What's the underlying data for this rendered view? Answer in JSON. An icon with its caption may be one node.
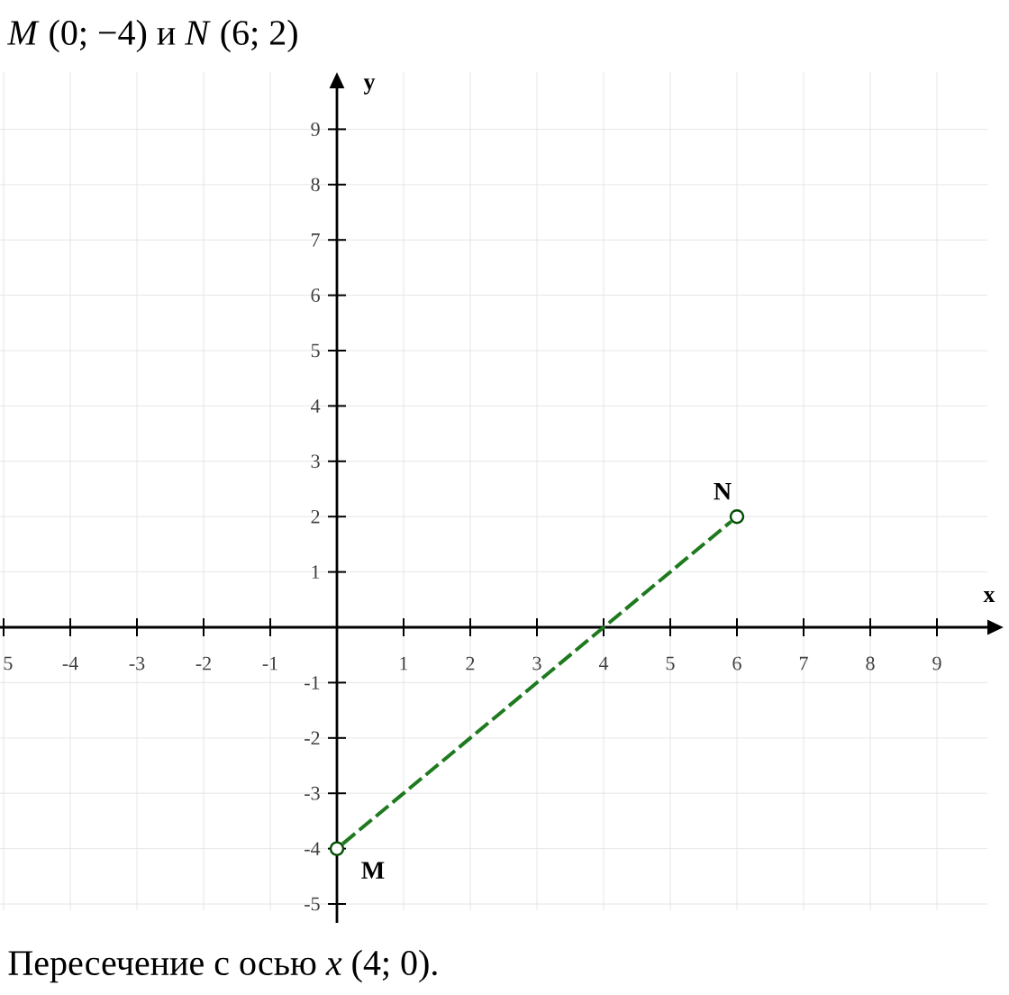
{
  "diagram": {
    "title": "*M* (0; −4) и *N* (6; 2)",
    "caption": "Пересечение с осью *x*  (4; 0).",
    "nodes": [
      {
        "text": [],
        "shape": "circle",
        "beside": [
          "M"
        ]
      },
      {
        "text": [],
        "shape": "circle",
        "beside": [
          "N"
        ]
      }
    ],
    "edges": [
      {
        "from": 0,
        "to": 1,
        "arrow": "none",
        "style": "dashed",
        "color": "#1f7a1f"
      }
    ],
    "labels": [
      "y",
      "9",
      "8",
      "7",
      "6",
      "5",
      "4",
      "3",
      "2",
      "1",
      "5",
      "-4",
      "-3",
      "-2",
      "-1",
      "1",
      "2",
      "3",
      "4",
      "5",
      "6",
      "7",
      "8",
      "9",
      "x",
      "-1",
      "-2",
      "-3",
      "-4",
      "-5"
    ]
  }
}
